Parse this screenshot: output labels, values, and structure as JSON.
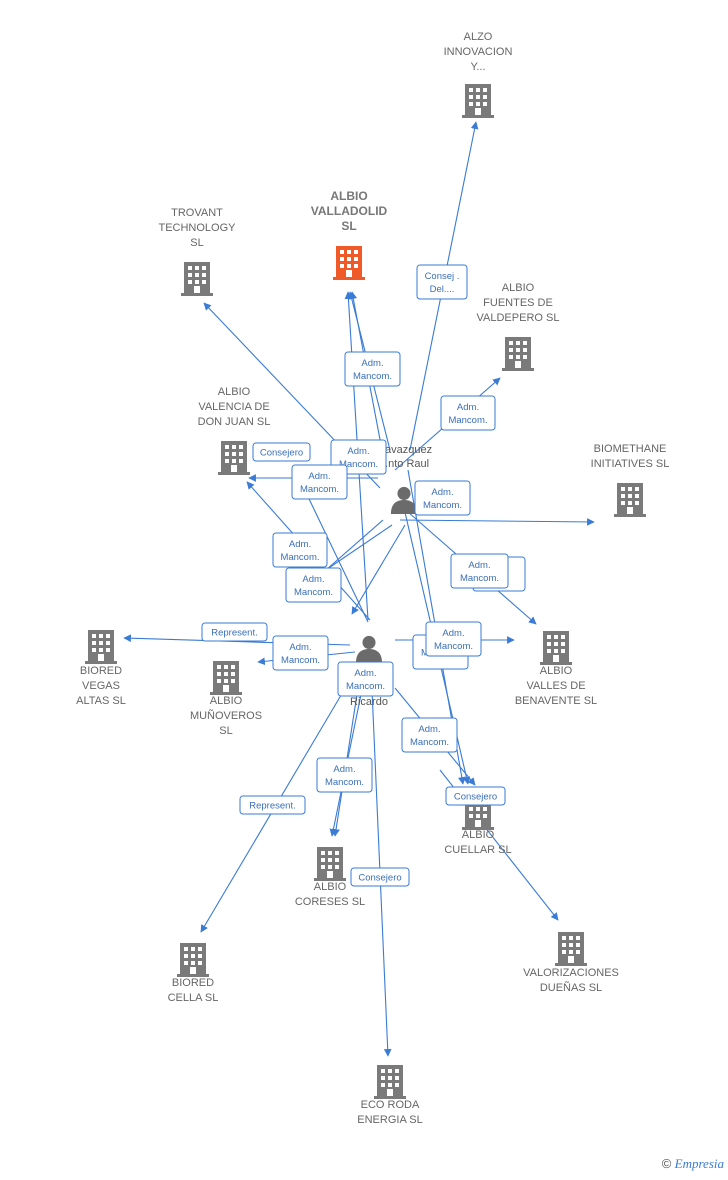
{
  "colors": {
    "edge": "#3a7bd5",
    "company": "#7a7a7a",
    "main_company": "#f05a28",
    "person": "#6b6b6b"
  },
  "companies": [
    {
      "id": "alzo",
      "lines": [
        "ALZO",
        "INNOVACION",
        "Y..."
      ],
      "main": false
    },
    {
      "id": "albio-valladolid",
      "lines": [
        "ALBIO",
        "VALLADOLID",
        "SL"
      ],
      "main": true
    },
    {
      "id": "trovant",
      "lines": [
        "TROVANT",
        "TECHNOLOGY",
        "SL"
      ],
      "main": false
    },
    {
      "id": "albio-fuentes",
      "lines": [
        "ALBIO",
        "FUENTES DE",
        "VALDEPERO  SL"
      ],
      "main": false
    },
    {
      "id": "albio-valencia",
      "lines": [
        "ALBIO",
        "VALENCIA DE",
        "DON JUAN  SL"
      ],
      "main": false
    },
    {
      "id": "biomethane",
      "lines": [
        "BIOMETHANE",
        "INITIATIVES  SL"
      ],
      "main": false
    },
    {
      "id": "biored-vegas",
      "lines": [
        "BIORED",
        "VEGAS",
        "ALTAS  SL"
      ],
      "main": false
    },
    {
      "id": "albio-munoveros",
      "lines": [
        "ALBIO",
        "MUÑOVEROS",
        "SL"
      ],
      "main": false
    },
    {
      "id": "albio-valles",
      "lines": [
        "ALBIO",
        "VALLES DE",
        "BENAVENTE  SL"
      ],
      "main": false
    },
    {
      "id": "albio-cuellar",
      "lines": [
        "ALBIO",
        "CUELLAR  SL"
      ],
      "main": false
    },
    {
      "id": "albio-coreses",
      "lines": [
        "ALBIO",
        "CORESES  SL"
      ],
      "main": false
    },
    {
      "id": "valorizaciones",
      "lines": [
        "VALORIZACIONES",
        "DUEÑAS  SL"
      ],
      "main": false
    },
    {
      "id": "biored-cella",
      "lines": [
        "BIORED",
        "CELLA  SL"
      ],
      "main": false
    },
    {
      "id": "eco-roda",
      "lines": [
        "ECO RODA",
        "ENERGIA  SL"
      ],
      "main": false
    }
  ],
  "persons": [
    {
      "id": "raul",
      "lines": [
        "...avazquez",
        "...nto Raul"
      ]
    },
    {
      "id": "ricardo",
      "lines": [
        "Ricardo"
      ]
    }
  ],
  "roles": [
    {
      "id": "r1",
      "lines": [
        "Consej .",
        "Del...."
      ]
    },
    {
      "id": "r2",
      "lines": [
        "Adm.",
        "Mancom."
      ]
    },
    {
      "id": "r3",
      "lines": [
        "Adm.",
        "Mancom."
      ]
    },
    {
      "id": "r4",
      "lines": [
        "Consejero"
      ]
    },
    {
      "id": "r5",
      "lines": [
        "Adm.",
        "Mancom."
      ]
    },
    {
      "id": "r6",
      "lines": [
        "Adm.",
        "Mancom."
      ]
    },
    {
      "id": "r7",
      "lines": [
        "Adm.",
        "Mancom."
      ]
    },
    {
      "id": "r8",
      "lines": [
        "Adm.",
        "Mancom."
      ]
    },
    {
      "id": "r9",
      "lines": [
        "Adm.",
        "Mancom."
      ]
    },
    {
      "id": "r10",
      "lines": [
        "...nt.",
        "...M"
      ]
    },
    {
      "id": "r11",
      "lines": [
        "Adm.",
        "Mancom."
      ]
    },
    {
      "id": "r12",
      "lines": [
        "Represent."
      ]
    },
    {
      "id": "r13",
      "lines": [
        "Adm.",
        "Mancom."
      ]
    },
    {
      "id": "r14",
      "lines": [
        "Mancom."
      ]
    },
    {
      "id": "r15",
      "lines": [
        "Adm.",
        "Mancom."
      ]
    },
    {
      "id": "r16",
      "lines": [
        "Adm.",
        "Mancom."
      ]
    },
    {
      "id": "r17",
      "lines": [
        "Adm.",
        "Mancom."
      ]
    },
    {
      "id": "r18",
      "lines": [
        "Consejero"
      ]
    },
    {
      "id": "r19",
      "lines": [
        "Adm.",
        "Mancom."
      ]
    },
    {
      "id": "r20",
      "lines": [
        "Represent."
      ]
    },
    {
      "id": "r21",
      "lines": [
        "Consejero"
      ]
    }
  ],
  "brand": {
    "copyright": "©",
    "name": "Empresia"
  }
}
